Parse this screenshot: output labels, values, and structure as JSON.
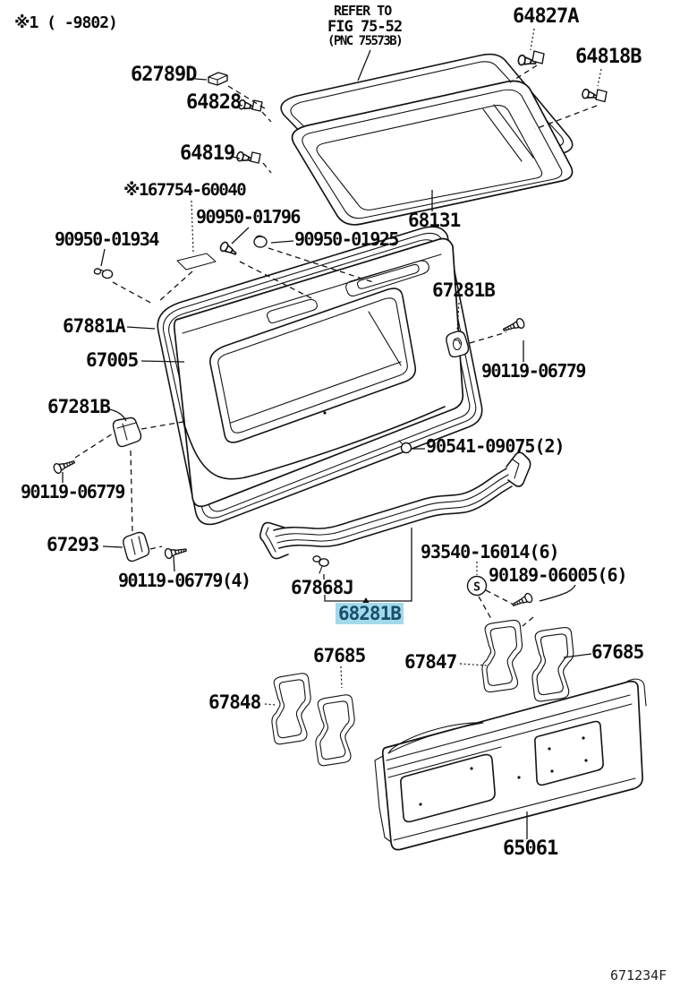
{
  "page": {
    "background": "#ffffff",
    "figure_code": "671234F",
    "variant_note": "※1 ( -9802)"
  },
  "refer_note": {
    "line1": "REFER TO",
    "line2": "FIG 75-52",
    "line3": "(PNC 75573B)"
  },
  "highlight": {
    "bg": "#a4d9ea",
    "text_color": "#17506c",
    "selected_part": "68281B"
  },
  "symbols": {
    "s_marker": "S"
  },
  "labels": {
    "p62789d": "62789D",
    "p64828": "64828",
    "p64819": "64819",
    "p64827a": "64827A",
    "p64818b": "64818B",
    "p68131": "68131",
    "p67754": "※167754-60040",
    "p90950_01796": "90950-01796",
    "p90950_01934": "90950-01934",
    "p90950_01925": "90950-01925",
    "p67281b_r": "67281B",
    "p90119_r": "90119-06779",
    "p67881a": "67881A",
    "p67005": "67005",
    "p67281b_l": "67281B",
    "p90119_l": "90119-06779",
    "p90541": "90541-09075(2)",
    "p67293": "67293",
    "p90119_4": "90119-06779(4)",
    "p67868j": "67868J",
    "p93540": "93540-16014(6)",
    "p90189": "90189-06005(6)",
    "p68281b": "68281B",
    "p67685_l": "67685",
    "p67847": "67847",
    "p67685_r": "67685",
    "p67848": "67848",
    "p65061": "65061"
  }
}
